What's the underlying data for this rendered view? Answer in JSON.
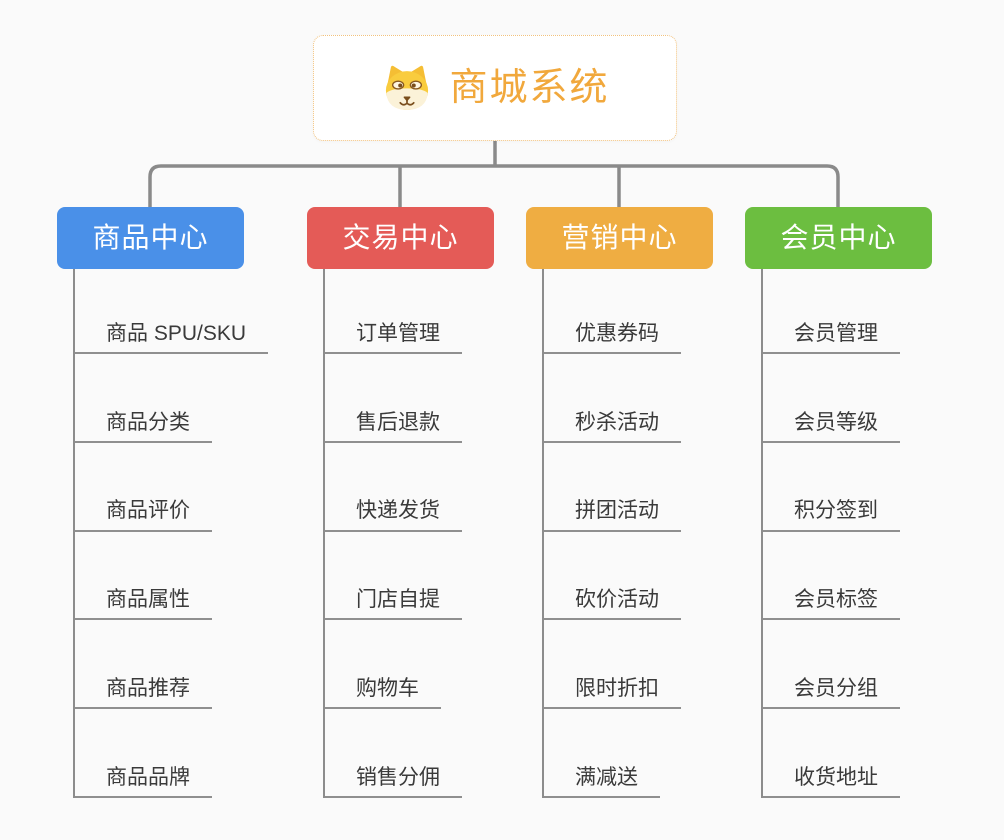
{
  "root": {
    "title": "商城系统",
    "icon": "dog-face-icon"
  },
  "branches": [
    {
      "label": "商品中心",
      "color": "#4a90e8",
      "children": [
        "商品 SPU/SKU",
        "商品分类",
        "商品评价",
        "商品属性",
        "商品推荐",
        "商品品牌"
      ]
    },
    {
      "label": "交易中心",
      "color": "#e45b57",
      "children": [
        "订单管理",
        "售后退款",
        "快递发货",
        "门店自提",
        "购物车",
        "销售分佣"
      ]
    },
    {
      "label": "营销中心",
      "color": "#efad42",
      "children": [
        "优惠券码",
        "秒杀活动",
        "拼团活动",
        "砍价活动",
        "限时折扣",
        "满减送"
      ]
    },
    {
      "label": "会员中心",
      "color": "#6cbe40",
      "children": [
        "会员管理",
        "会员等级",
        "积分签到",
        "会员标签",
        "会员分组",
        "收货地址"
      ]
    }
  ],
  "colors": {
    "background": "#fafafa",
    "connector": "#8a8a8a",
    "child_line": "#8c8c8c",
    "underline": "#8f8f8f",
    "item_text": "#3a3a3a",
    "root_text": "#f1a83c",
    "root_border": "#f2c27e",
    "root_bg": "#ffffff"
  }
}
